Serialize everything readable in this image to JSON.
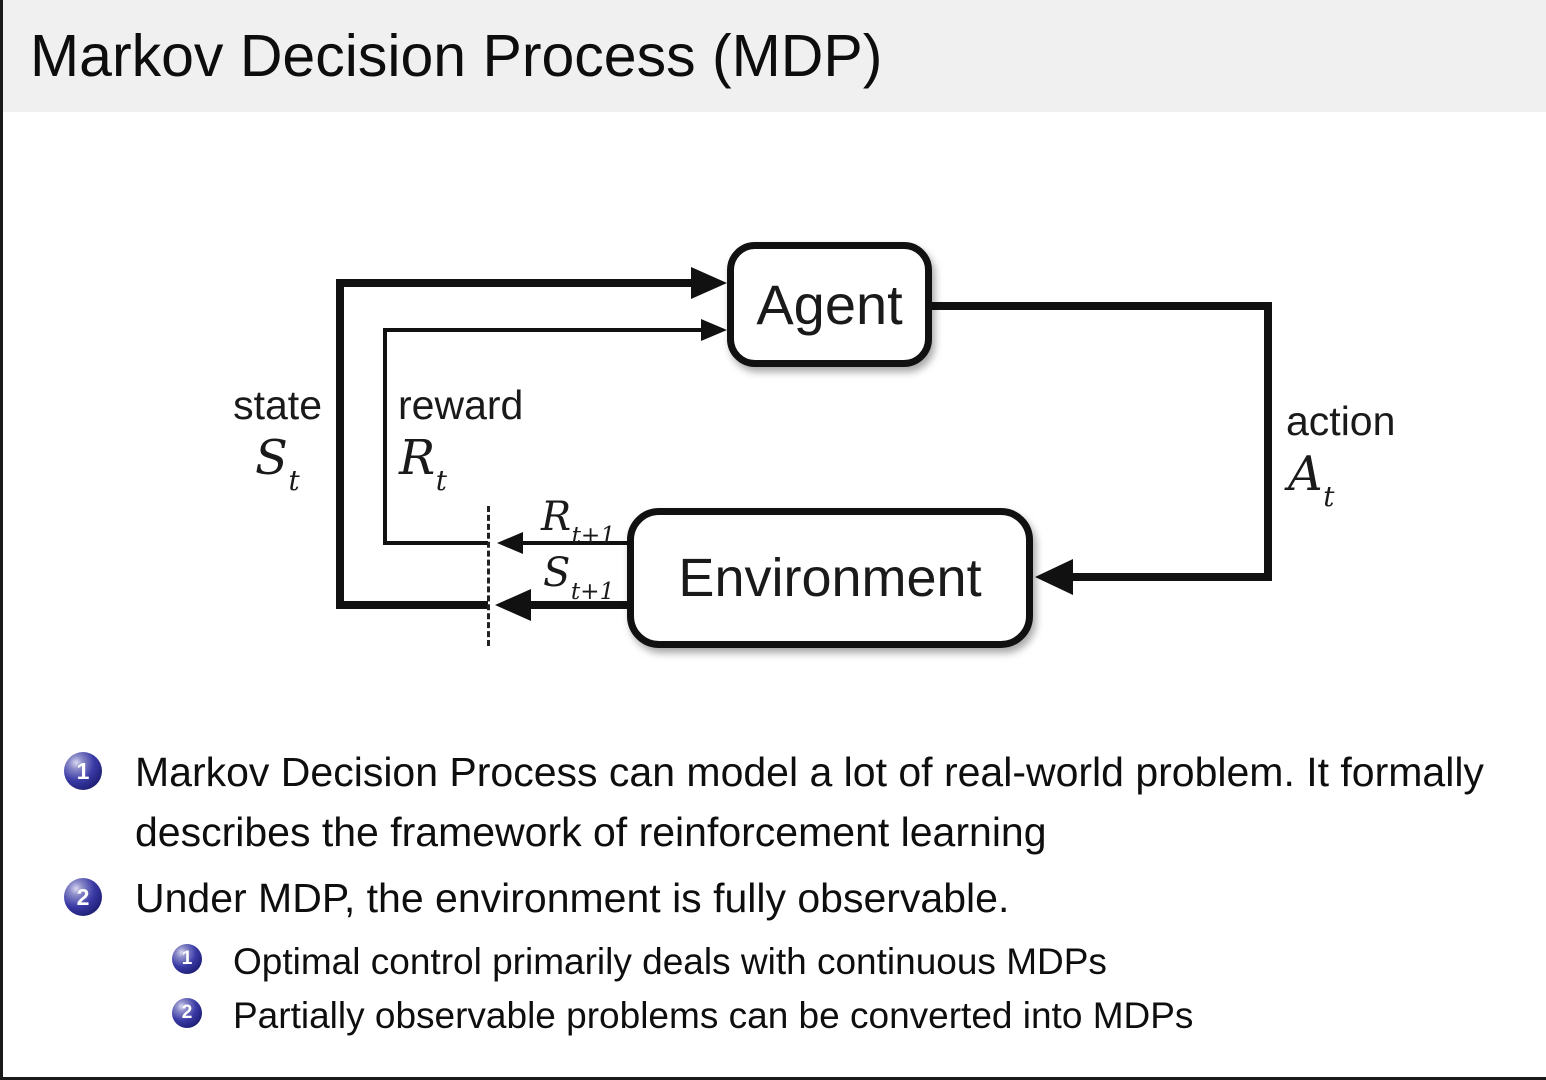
{
  "header": {
    "title": "Markov Decision Process (MDP)"
  },
  "diagram": {
    "agent": "Agent",
    "environment": "Environment",
    "state": {
      "label": "state",
      "symbol": "S",
      "sub": "t"
    },
    "reward": {
      "label": "reward",
      "symbol": "R",
      "sub": "t"
    },
    "action": {
      "label": "action",
      "symbol": "A",
      "sub": "t"
    },
    "next_reward": {
      "symbol": "R",
      "sub": "t+1"
    },
    "next_state": {
      "symbol": "S",
      "sub": "t+1"
    }
  },
  "bullets": {
    "items": [
      {
        "number": "1",
        "text": "Markov Decision Process can model a lot of real-world problem. It formally describes the framework of reinforcement learning"
      },
      {
        "number": "2",
        "text": "Under MDP, the environment is fully observable.",
        "children": [
          {
            "number": "1",
            "text": "Optimal control primarily deals with continuous MDPs"
          },
          {
            "number": "2",
            "text": "Partially observable problems can be converted into MDPs"
          }
        ]
      }
    ]
  },
  "colors": {
    "header_bg": "#f0f0f1",
    "ink": "#111111",
    "ball_blue": "#1b1b70"
  }
}
